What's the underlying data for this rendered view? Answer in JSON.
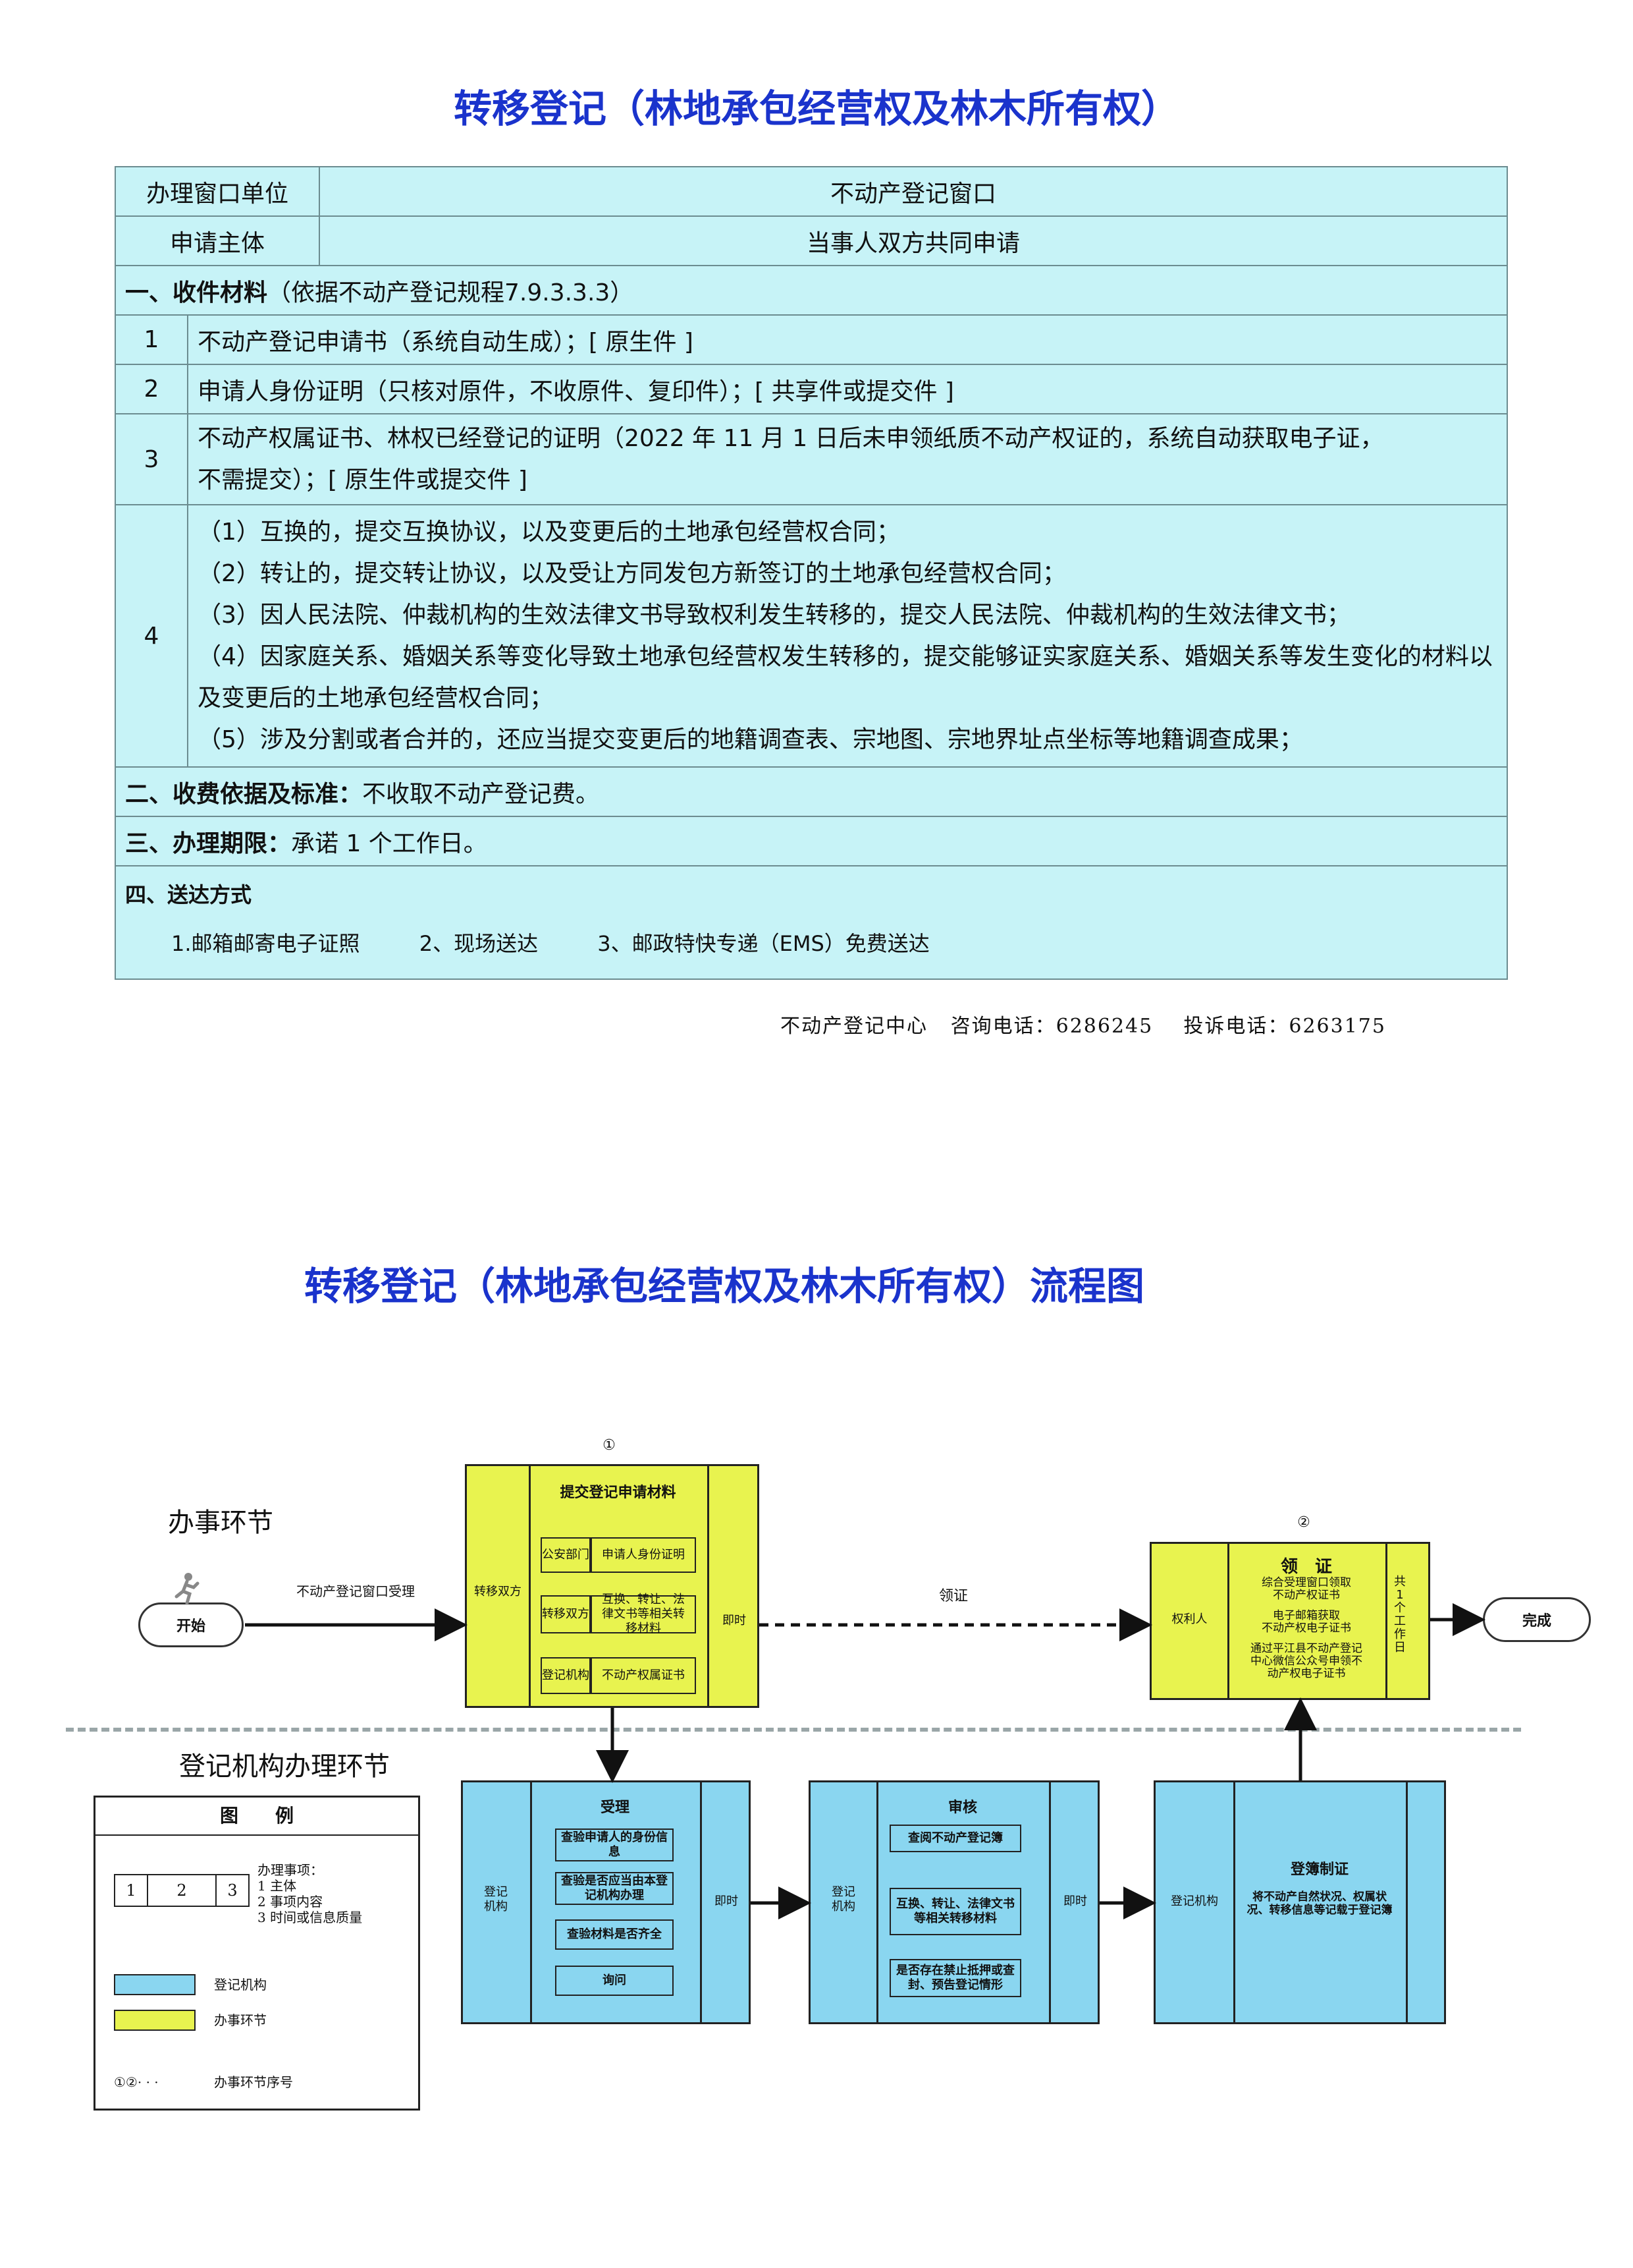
{
  "doc": {
    "title": "转移登记（林地承包经营权及林木所有权）",
    "rows": {
      "window_label": "办理窗口单位",
      "window_value": "不动产登记窗口",
      "subject_label": "申请主体",
      "subject_value": "当事人双方共同申请"
    },
    "materials_head": "一、收件材料",
    "materials_basis": "（依据不动产登记规程7.9.3.3.3）",
    "items": [
      {
        "no": "1",
        "lines": [
          "不动产登记申请书（系统自动生成）；[ 原生件 ]"
        ]
      },
      {
        "no": "2",
        "lines": [
          "申请人身份证明（只核对原件，不收原件、复印件）；[ 共享件或提交件 ]"
        ]
      },
      {
        "no": "3",
        "lines": [
          "不动产权属证书、林权已经登记的证明（2022 年 11 月 1 日后未申领纸质不动产权证的，系统自动获取电子证，",
          "不需提交）；[ 原生件或提交件 ]"
        ]
      },
      {
        "no": "4",
        "lines": [
          "（1）互换的，提交互换协议，以及变更后的土地承包经营权合同；",
          "（2）转让的，提交转让协议，以及受让方同发包方新签订的土地承包经营权合同；",
          "（3）因人民法院、仲裁机构的生效法律文书导致权利发生转移的，提交人民法院、仲裁机构的生效法律文书；",
          "（4）因家庭关系、婚姻关系等变化导致土地承包经营权发生转移的，提交能够证实家庭关系、婚姻关系等发生变化的材料以",
          "及变更后的土地承包经营权合同；",
          "（5）涉及分割或者合并的，还应当提交变更后的地籍调查表、宗地图、宗地界址点坐标等地籍调查成果；"
        ]
      }
    ],
    "fee_head": "二、收费依据及标准：",
    "fee_value": "不收取不动产登记费。",
    "period_head": "三、办理期限：",
    "period_value": "承诺 1 个工作日。",
    "delivery_head": "四、送达方式",
    "delivery_options": [
      "1.邮箱邮寄电子证照",
      "2、现场送达",
      "3、邮政特快专递（EMS）免费送达"
    ],
    "contact": "不动产登记中心   咨询电话：6286245    投诉电话：6263175"
  },
  "flow": {
    "title": "转移登记（林地承包经营权及林木所有权）流程图",
    "lane_top": "办事环节",
    "lane_bottom": "登记机构办理环节",
    "start": "开始",
    "start_arrow_label": "不动产登记窗口受理",
    "step1": {
      "num": "①",
      "title": "提交登记申请材料",
      "left": "转移双方",
      "right": "即时",
      "cells": [
        [
          "公安部门",
          "申请人身份证明"
        ],
        [
          "转移双方",
          "互换、转让、法律文书等相关转移材料"
        ],
        [
          "登记机构",
          "不动产权属证书"
        ]
      ]
    },
    "mid_label": "领证",
    "step2": {
      "num": "②",
      "title": "领　证",
      "left": "权利人",
      "right": "共1个工作日",
      "lines": [
        "综合受理窗口领取",
        "不动产权证书",
        "电子邮箱获取",
        "不动产权电子证书",
        "通过平江县不动产登记",
        "中心微信公众号申领不",
        "动产权电子证书"
      ]
    },
    "end": "完成",
    "accept": {
      "title": "受理",
      "left": "登记机构",
      "right": "即时",
      "cells": [
        "查验申请人的身份信息",
        "查验是否应当由本登记机构办理",
        "查验材料是否齐全",
        "询问"
      ]
    },
    "review": {
      "title": "审核",
      "left": "登记机构",
      "right": "即时",
      "cells": [
        "查阅不动产登记簿",
        "互换、转让、法律文书等相关转移材料",
        "是否存在禁止抵押或查封、预告登记情形"
      ]
    },
    "record": {
      "title": "登簿制证",
      "left": "登记机构",
      "lines": [
        "将不动产自然状况、权属状",
        "况、转移信息等记载于登记簿"
      ]
    },
    "legend": {
      "title": "图　　例",
      "cells": [
        "1",
        "2",
        "3"
      ],
      "items_head": "办理事项：",
      "items": [
        "1 主体",
        "2 事项内容",
        "3 时间或信息质量"
      ],
      "blue_label": "登记机构",
      "yellow_label": "办事环节",
      "seq_symbol": "①②· · ·",
      "seq_label": "办事环节序号"
    },
    "colors": {
      "yellow": "#e8f34f",
      "blue": "#8ad6f0",
      "table": "#c7f3f7",
      "title": "#1a33cc"
    }
  }
}
